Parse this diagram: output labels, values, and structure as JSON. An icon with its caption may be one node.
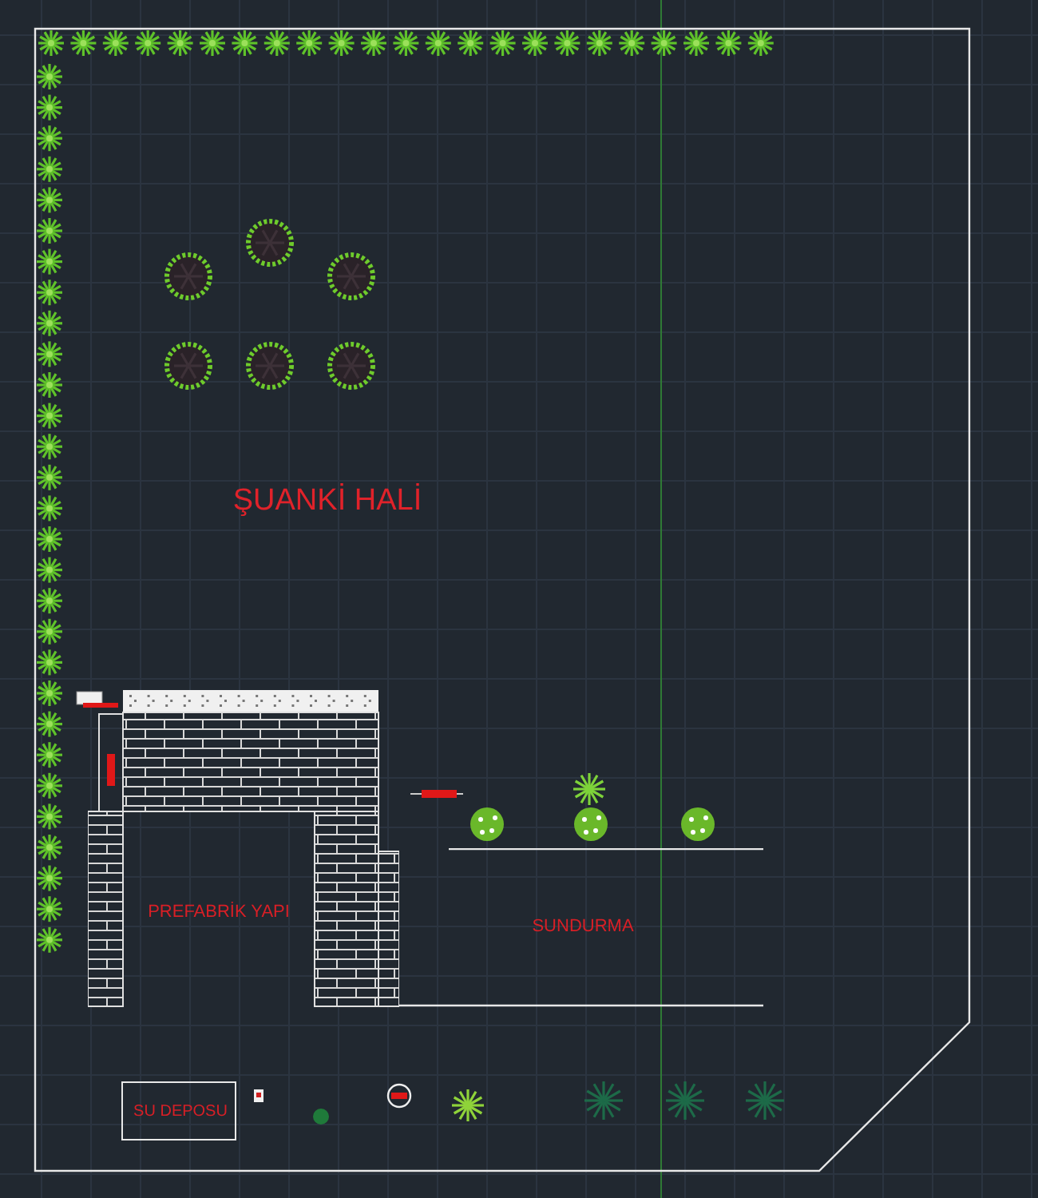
{
  "diagram": {
    "title": "ŞUANKİ HALİ",
    "nodes": [
      {
        "text": [
          "PREFABRİK YAPI"
        ]
      },
      {
        "text": [
          "SUNDURMA"
        ]
      },
      {
        "text": [
          "SU DEPOSU"
        ]
      }
    ]
  }
}
